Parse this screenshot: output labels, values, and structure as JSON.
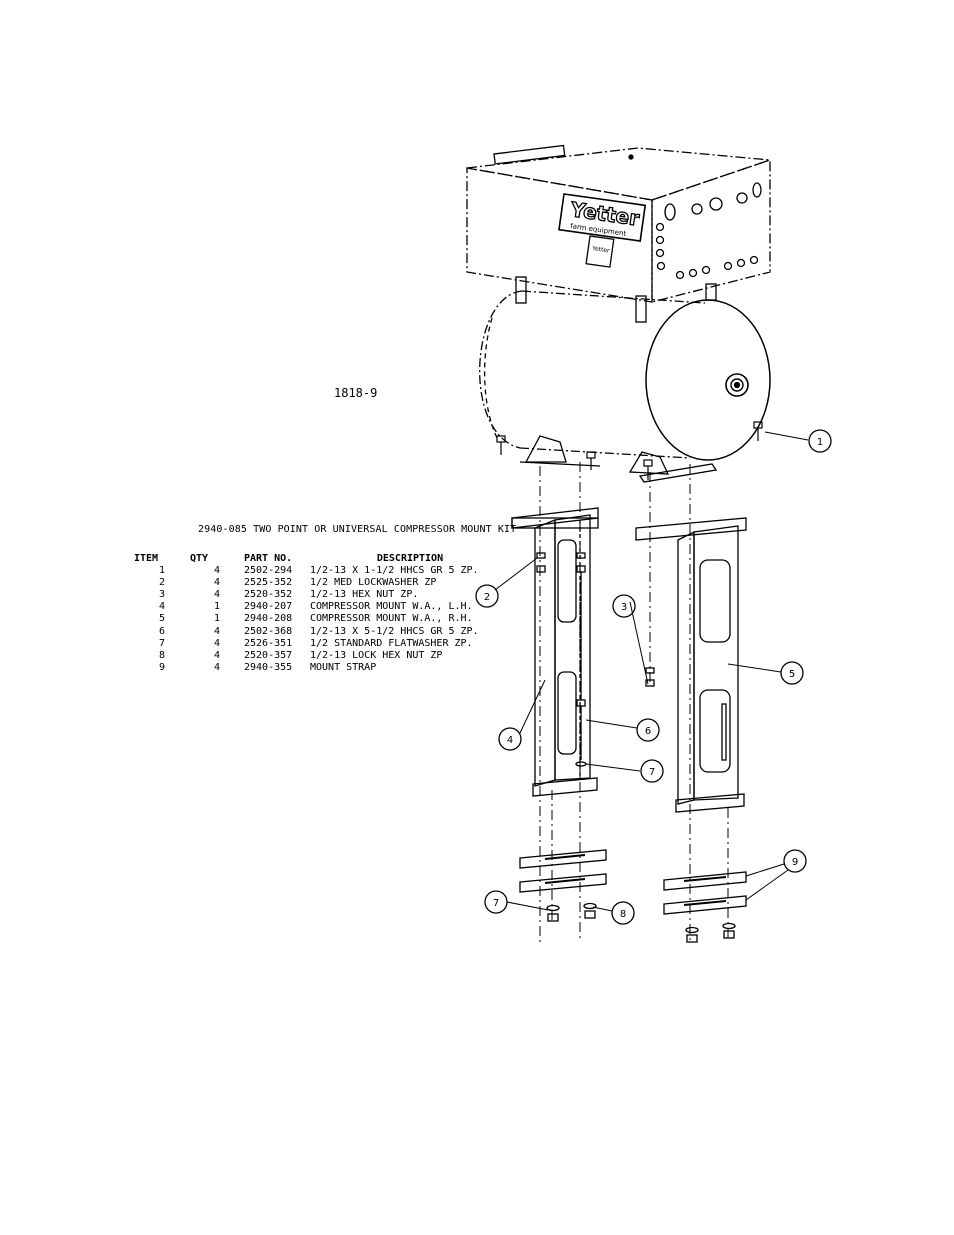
{
  "drawing": {
    "ref_code": "1818-9",
    "brand": "Yetter",
    "brand_sub": "farm equipment"
  },
  "kit": {
    "title": "2940-085 TWO POINT OR UNIVERSAL COMPRESSOR MOUNT KIT",
    "headers": {
      "item": "ITEM",
      "qty": "QTY",
      "part": "PART NO.",
      "desc": "DESCRIPTION"
    },
    "rows": [
      {
        "item": "1",
        "qty": "4",
        "part": "2502-294",
        "desc": "1/2-13 X 1-1/2 HHCS GR 5 ZP."
      },
      {
        "item": "2",
        "qty": "4",
        "part": "2525-352",
        "desc": "1/2 MED LOCKWASHER ZP"
      },
      {
        "item": "3",
        "qty": "4",
        "part": "2520-352",
        "desc": "1/2-13 HEX NUT ZP."
      },
      {
        "item": "4",
        "qty": "1",
        "part": "2940-207",
        "desc": "COMPRESSOR MOUNT W.A., L.H."
      },
      {
        "item": "5",
        "qty": "1",
        "part": "2940-208",
        "desc": "COMPRESSOR MOUNT W.A., R.H."
      },
      {
        "item": "6",
        "qty": "4",
        "part": "2502-368",
        "desc": "1/2-13 X 5-1/2 HHCS GR 5 ZP."
      },
      {
        "item": "7",
        "qty": "4",
        "part": "2526-351",
        "desc": "1/2 STANDARD FLATWASHER ZP."
      },
      {
        "item": "8",
        "qty": "4",
        "part": "2520-357",
        "desc": "1/2-13 LOCK HEX NUT ZP"
      },
      {
        "item": "9",
        "qty": "4",
        "part": "2940-355",
        "desc": "MOUNT STRAP"
      }
    ]
  },
  "callouts": [
    "1",
    "2",
    "3",
    "4",
    "5",
    "6",
    "7",
    "7",
    "8",
    "9"
  ]
}
